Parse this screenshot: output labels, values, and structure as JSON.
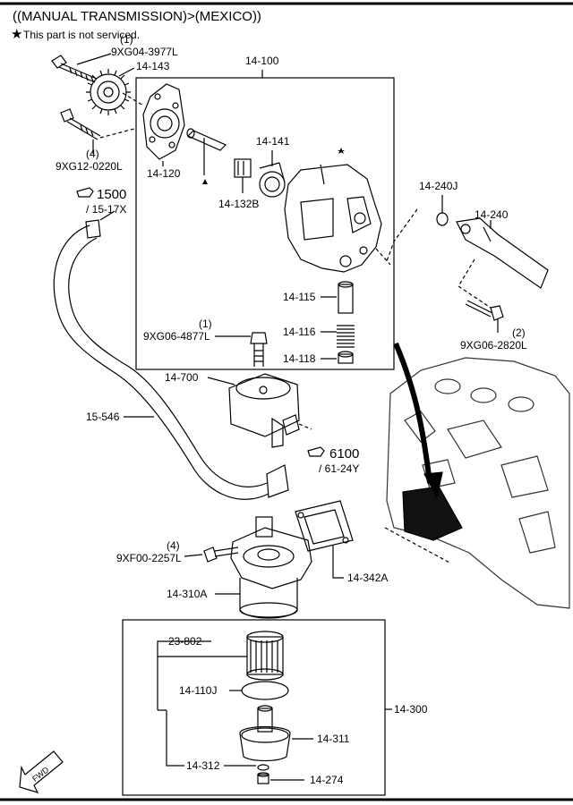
{
  "header": {
    "title": "((MANUAL TRANSMISSION)>(MEXICO))",
    "note": "This part is not serviced."
  },
  "labels": {
    "bolt_top": "9XG04-3977L",
    "bolt_top_qty": "(1)",
    "gear": "14-143",
    "pump_group": "14-100",
    "bolt_left": "9XG12-0220L",
    "bolt_left_qty": "(4)",
    "plate": "14-120",
    "rotor": "14-141",
    "shaft": "14-132B",
    "ref_1500": "1500",
    "ref_1500_sub": "/ 15-17X",
    "valve_15": "14-115",
    "spring_16": "14-116",
    "plug_18": "14-118",
    "jet_bolt": "14-240J",
    "jet": "14-240",
    "bolt_jet": "9XG06-2820L",
    "bolt_jet_qty": "(2)",
    "bolt_cooler": "9XG06-4877L",
    "bolt_cooler_qty": "(1)",
    "cooler": "14-700",
    "hose": "15-546",
    "ref_6100": "6100",
    "ref_6100_sub": "/ 61-24Y",
    "bolt_housing": "9XF00-2257L",
    "bolt_housing_qty": "(4)",
    "gasket": "14-342A",
    "housing": "14-310A",
    "element": "23-802",
    "oring": "14-110J",
    "filter_group": "14-300",
    "cap": "14-311",
    "seal": "14-312",
    "drain": "14-274",
    "fwd": "FWD"
  }
}
